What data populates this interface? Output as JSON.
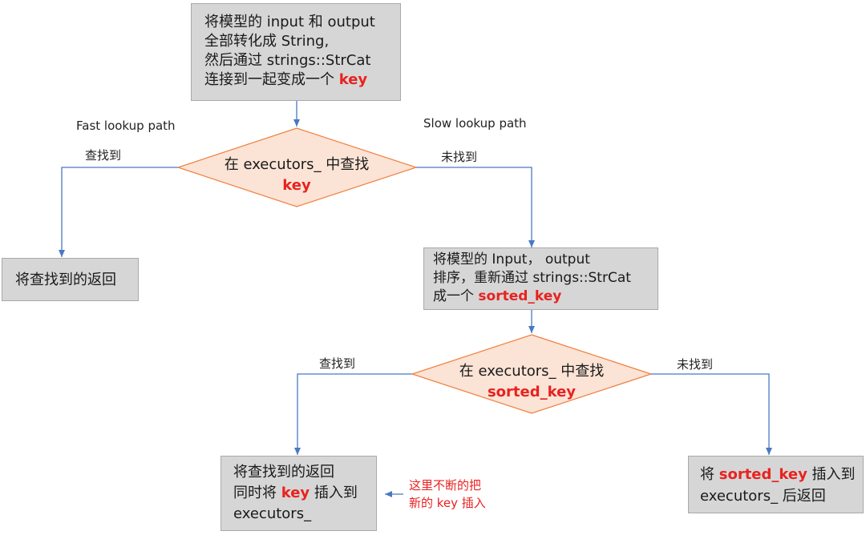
{
  "box_top": {
    "line1": "将模型的 input 和 output",
    "line2": "全部转化成  String,",
    "line3": "然后通过 strings::StrCat",
    "line4_pre": "连接到一起变成一个 ",
    "line4_key": "key"
  },
  "label_fast_path": "Fast lookup path",
  "label_slow_path": "Slow lookup path",
  "diamond1": {
    "line1": "在 executors_ 中查找",
    "line2": "key"
  },
  "edge_found_1": "查找到",
  "edge_notfound_1": "未找到",
  "box_return_1": "将查找到的返回",
  "box_sort": {
    "line1": "将模型的 Input，  output",
    "line2": "排序，重新通过 strings::StrCat",
    "line3_pre": "成一个 ",
    "line3_key": "sorted_key"
  },
  "diamond2": {
    "line1": "在 executors_ 中查找",
    "line2": "sorted_key"
  },
  "edge_found_2": "查找到",
  "edge_notfound_2": "未找到",
  "box_return_2": {
    "line1": "将查找到的返回",
    "line2_pre": "同时将 ",
    "line2_key": "key",
    "line2_post": " 插入到",
    "line3": "executors_"
  },
  "note": {
    "line1": "这里不断的把",
    "line2": "新的 key 插入"
  },
  "box_insert": {
    "line1_pre": "将 ",
    "line1_key": "sorted_key",
    "line1_post": " 插入到",
    "line2": "executors_ 后返回"
  },
  "colors": {
    "box_fill": "#d6d6d6",
    "diamond_fill": "#fbe3d5",
    "diamond_stroke": "#f07f3c",
    "arrow": "#4a78c2",
    "highlight": "#e8221f"
  }
}
